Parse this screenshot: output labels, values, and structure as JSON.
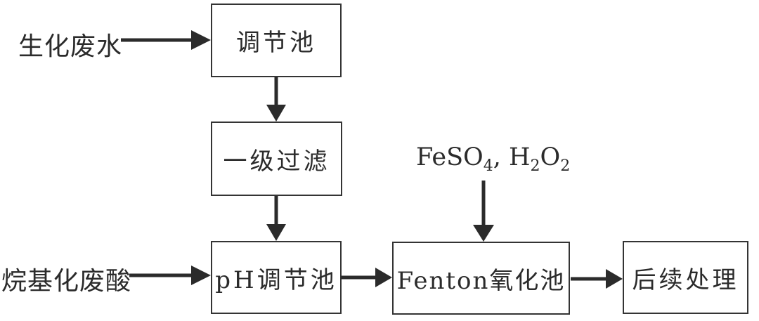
{
  "flow": {
    "nodes": [
      {
        "id": "regulation-tank",
        "label": "调节池"
      },
      {
        "id": "primary-filtration",
        "label": "一级过滤"
      },
      {
        "id": "ph-adjustment-tank",
        "label": "pH调节池"
      },
      {
        "id": "fenton-oxidation-tank",
        "label": "Fenton氧化池"
      },
      {
        "id": "subsequent-treatment",
        "label": "后续处理"
      }
    ],
    "inputs": [
      {
        "id": "biochemical-wastewater",
        "label": "生化废水"
      },
      {
        "id": "alkylation-waste-acid",
        "label": "烷基化废酸"
      }
    ],
    "reagents": {
      "full_text": "FeSO4, H2O2",
      "parts": [
        "FeSO",
        "4",
        ", H",
        "2",
        "O",
        "2"
      ]
    },
    "edges": [
      {
        "from": "biochemical-wastewater",
        "to": "regulation-tank"
      },
      {
        "from": "regulation-tank",
        "to": "primary-filtration"
      },
      {
        "from": "primary-filtration",
        "to": "ph-adjustment-tank"
      },
      {
        "from": "alkylation-waste-acid",
        "to": "ph-adjustment-tank"
      },
      {
        "from": "reagents",
        "to": "fenton-oxidation-tank"
      },
      {
        "from": "ph-adjustment-tank",
        "to": "fenton-oxidation-tank"
      },
      {
        "from": "fenton-oxidation-tank",
        "to": "subsequent-treatment"
      }
    ]
  },
  "colors": {
    "ink": "#2b2b2b",
    "background": "#ffffff"
  }
}
